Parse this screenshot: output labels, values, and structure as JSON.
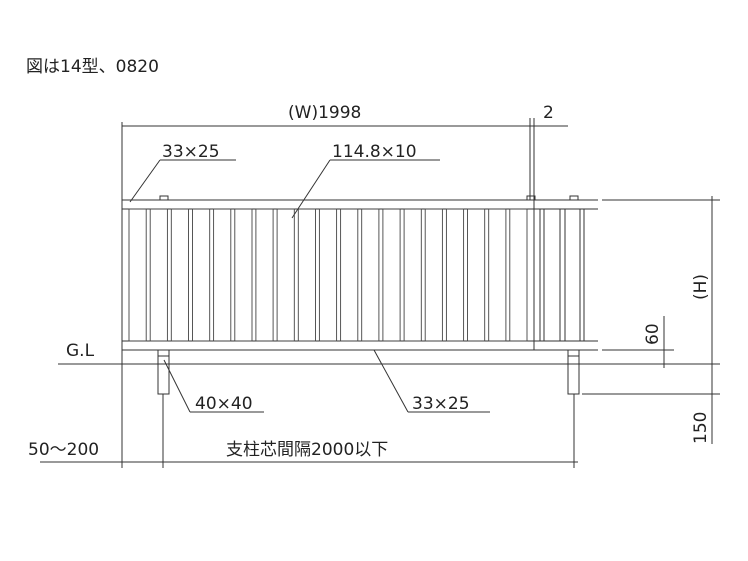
{
  "caption": "図は14型、0820",
  "dimensions": {
    "width": "(W)1998",
    "gap": "2",
    "height": "(H)",
    "ground_clearance": "60",
    "embed_depth": "150",
    "post_offset": "50～200",
    "post_spacing": "支柱芯間隔2000以下"
  },
  "members": {
    "top_rail": "33×25",
    "slat": "114.8×10",
    "post": "40×40",
    "bottom_rail": "33×25"
  },
  "ground_label": "G.L"
}
